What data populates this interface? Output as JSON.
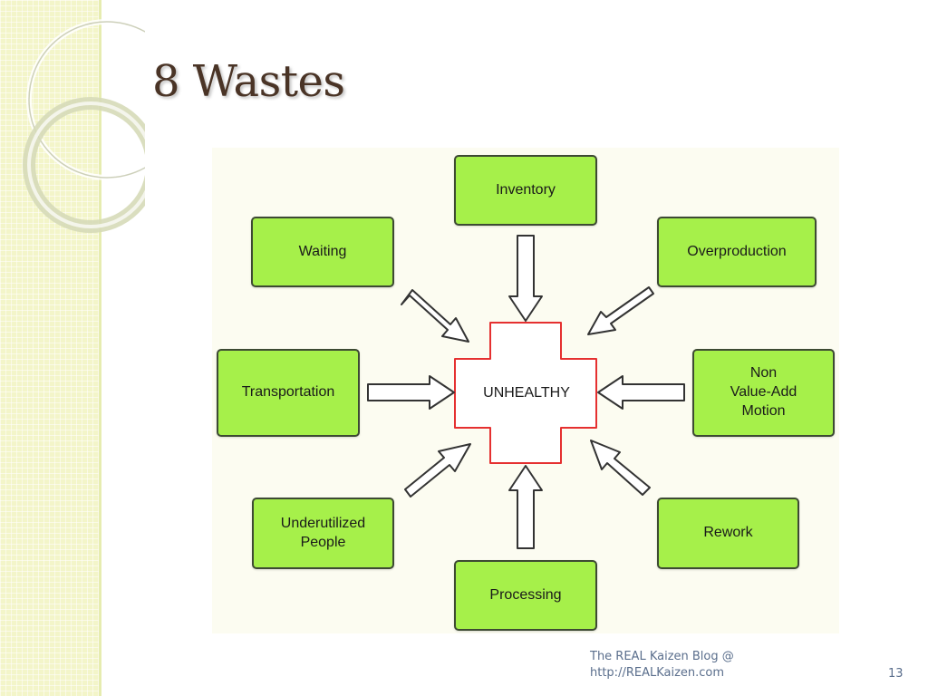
{
  "slide": {
    "title": "8 Wastes",
    "footer_line1": "The REAL Kaizen Blog @",
    "footer_line2": "http://REALKaizen.com",
    "page_number": "13"
  },
  "diagram": {
    "center": "UNHEALTHY",
    "wastes": {
      "inventory": "Inventory",
      "waiting": "Waiting",
      "overproduction": "Overproduction",
      "transportation": "Transportation",
      "motion": "Non\nValue-Add\nMotion",
      "underutilized": "Underutilized\nPeople",
      "rework": "Rework",
      "processing": "Processing"
    }
  },
  "colors": {
    "box_fill": "#a6f04a",
    "cross_outline": "#e53030",
    "title": "#4a3426",
    "footer": "#5a6e8c"
  }
}
